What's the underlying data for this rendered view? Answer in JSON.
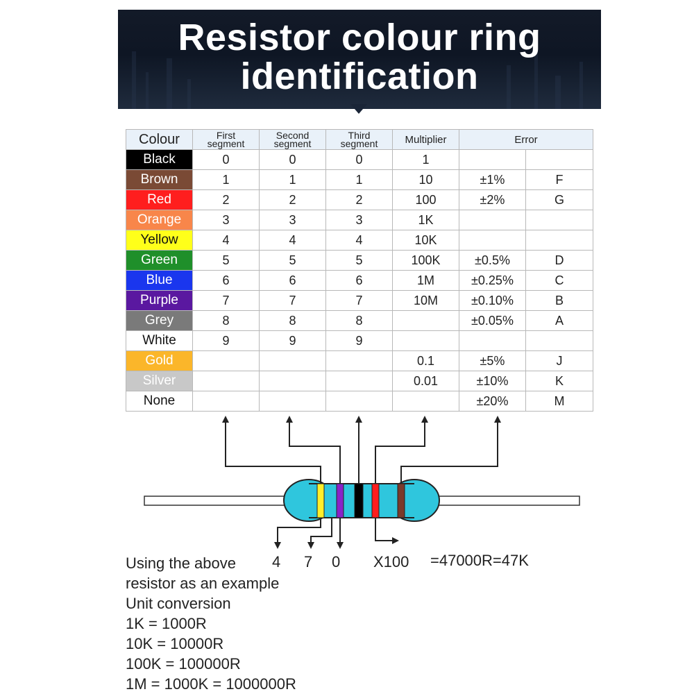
{
  "title": [
    "Resistor colour ring",
    "identification"
  ],
  "table": {
    "headers": {
      "colour": "Colour",
      "first": [
        "First",
        "segment"
      ],
      "second": [
        "Second",
        "segment"
      ],
      "third": [
        "Third",
        "segment"
      ],
      "multiplier": "Multiplier",
      "error": "Error"
    },
    "rows": [
      {
        "name": "Black",
        "bg": "#000000",
        "fg": "#ffffff",
        "first": "0",
        "second": "0",
        "third": "0",
        "multiplier": "1",
        "tolerance": "",
        "code": ""
      },
      {
        "name": "Brown",
        "bg": "#7a4a35",
        "fg": "#ffffff",
        "first": "1",
        "second": "1",
        "third": "1",
        "multiplier": "10",
        "tolerance": "±1%",
        "code": "F"
      },
      {
        "name": "Red",
        "bg": "#ff1e1e",
        "fg": "#ffffff",
        "first": "2",
        "second": "2",
        "third": "2",
        "multiplier": "100",
        "tolerance": "±2%",
        "code": "G"
      },
      {
        "name": "Orange",
        "bg": "#f8864a",
        "fg": "#ffffff",
        "first": "3",
        "second": "3",
        "third": "3",
        "multiplier": "1K",
        "tolerance": "",
        "code": ""
      },
      {
        "name": "Yellow",
        "bg": "#ffff1a",
        "fg": "#111111",
        "first": "4",
        "second": "4",
        "third": "4",
        "multiplier": "10K",
        "tolerance": "",
        "code": ""
      },
      {
        "name": "Green",
        "bg": "#1f8f2a",
        "fg": "#ffffff",
        "first": "5",
        "second": "5",
        "third": "5",
        "multiplier": "100K",
        "tolerance": "±0.5%",
        "code": "D"
      },
      {
        "name": "Blue",
        "bg": "#1a36ee",
        "fg": "#ffffff",
        "first": "6",
        "second": "6",
        "third": "6",
        "multiplier": "1M",
        "tolerance": "±0.25%",
        "code": "C"
      },
      {
        "name": "Purple",
        "bg": "#5a18a0",
        "fg": "#ffffff",
        "first": "7",
        "second": "7",
        "third": "7",
        "multiplier": "10M",
        "tolerance": "±0.10%",
        "code": "B"
      },
      {
        "name": "Grey",
        "bg": "#7a7a7a",
        "fg": "#ffffff",
        "first": "8",
        "second": "8",
        "third": "8",
        "multiplier": "",
        "tolerance": "±0.05%",
        "code": "A"
      },
      {
        "name": "White",
        "bg": "#ffffff",
        "fg": "#111111",
        "first": "9",
        "second": "9",
        "third": "9",
        "multiplier": "",
        "tolerance": "",
        "code": ""
      },
      {
        "name": "Gold",
        "bg": "#fbb62a",
        "fg": "#ffffff",
        "first": "",
        "second": "",
        "third": "",
        "multiplier": "0.1",
        "tolerance": "±5%",
        "code": "J"
      },
      {
        "name": "Silver",
        "bg": "#c8c8c8",
        "fg": "#ffffff",
        "first": "",
        "second": "",
        "third": "",
        "multiplier": "0.01",
        "tolerance": "±10%",
        "code": "K"
      },
      {
        "name": "None",
        "bg": "#ffffff",
        "fg": "#111111",
        "first": "",
        "second": "",
        "third": "",
        "multiplier": "",
        "tolerance": "±20%",
        "code": "M"
      }
    ]
  },
  "resistor": {
    "body_color": "#2fc6dd",
    "band_colors": [
      "#ffef2a",
      "#8a22c8",
      "#000000",
      "#ff1e1e",
      "#7a3a2a"
    ]
  },
  "example": {
    "lines": [
      "Using the above",
      "resistor as an example",
      "Unit conversion",
      "1K = 1000R",
      "10K = 10000R",
      "100K = 100000R",
      "1M = 1000K = 1000000R"
    ],
    "digit1": "4",
    "digit2": "7",
    "digit3": "0",
    "multiplier": "X100",
    "result": "=47000R=47K"
  }
}
